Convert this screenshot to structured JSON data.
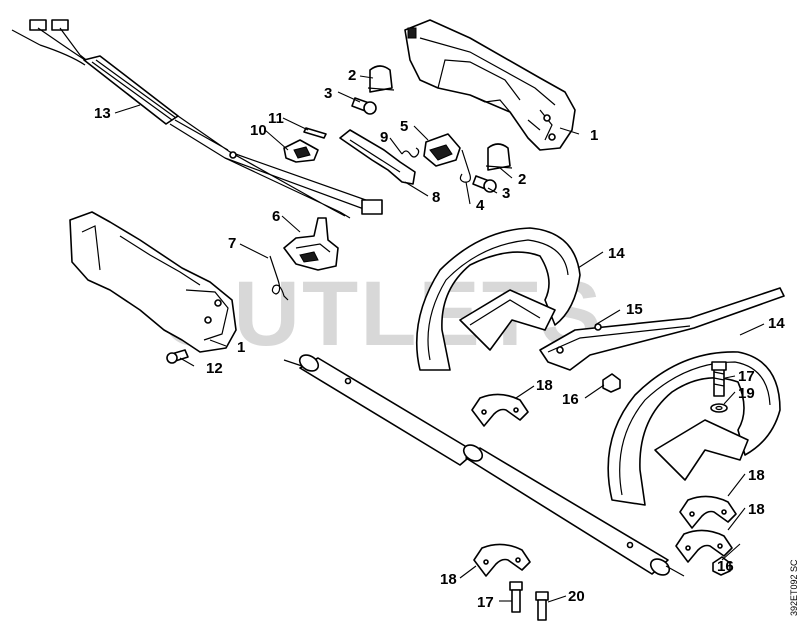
{
  "watermark": "OUTLETS",
  "drawing_ref": "392ET092 SC",
  "callouts": [
    {
      "id": "c1a",
      "label": "1"
    },
    {
      "id": "c2a",
      "label": "2"
    },
    {
      "id": "c2b",
      "label": "2"
    },
    {
      "id": "c3a",
      "label": "3"
    },
    {
      "id": "c3b",
      "label": "3"
    },
    {
      "id": "c4",
      "label": "4"
    },
    {
      "id": "c5",
      "label": "5"
    },
    {
      "id": "c6",
      "label": "6"
    },
    {
      "id": "c7",
      "label": "7"
    },
    {
      "id": "c8",
      "label": "8"
    },
    {
      "id": "c9",
      "label": "9"
    },
    {
      "id": "c10",
      "label": "10"
    },
    {
      "id": "c11",
      "label": "11"
    },
    {
      "id": "c12",
      "label": "12"
    },
    {
      "id": "c13",
      "label": "13"
    },
    {
      "id": "c14a",
      "label": "14"
    },
    {
      "id": "c14b",
      "label": "14"
    },
    {
      "id": "c15",
      "label": "15"
    },
    {
      "id": "c16a",
      "label": "16"
    },
    {
      "id": "c16b",
      "label": "16"
    },
    {
      "id": "c17a",
      "label": "17"
    },
    {
      "id": "c17b",
      "label": "17"
    },
    {
      "id": "c18a",
      "label": "18"
    },
    {
      "id": "c18b",
      "label": "18"
    },
    {
      "id": "c18c",
      "label": "18"
    },
    {
      "id": "c18d",
      "label": "18"
    },
    {
      "id": "c19",
      "label": "19"
    },
    {
      "id": "c20",
      "label": "20"
    },
    {
      "id": "c1b",
      "label": "1"
    }
  ]
}
